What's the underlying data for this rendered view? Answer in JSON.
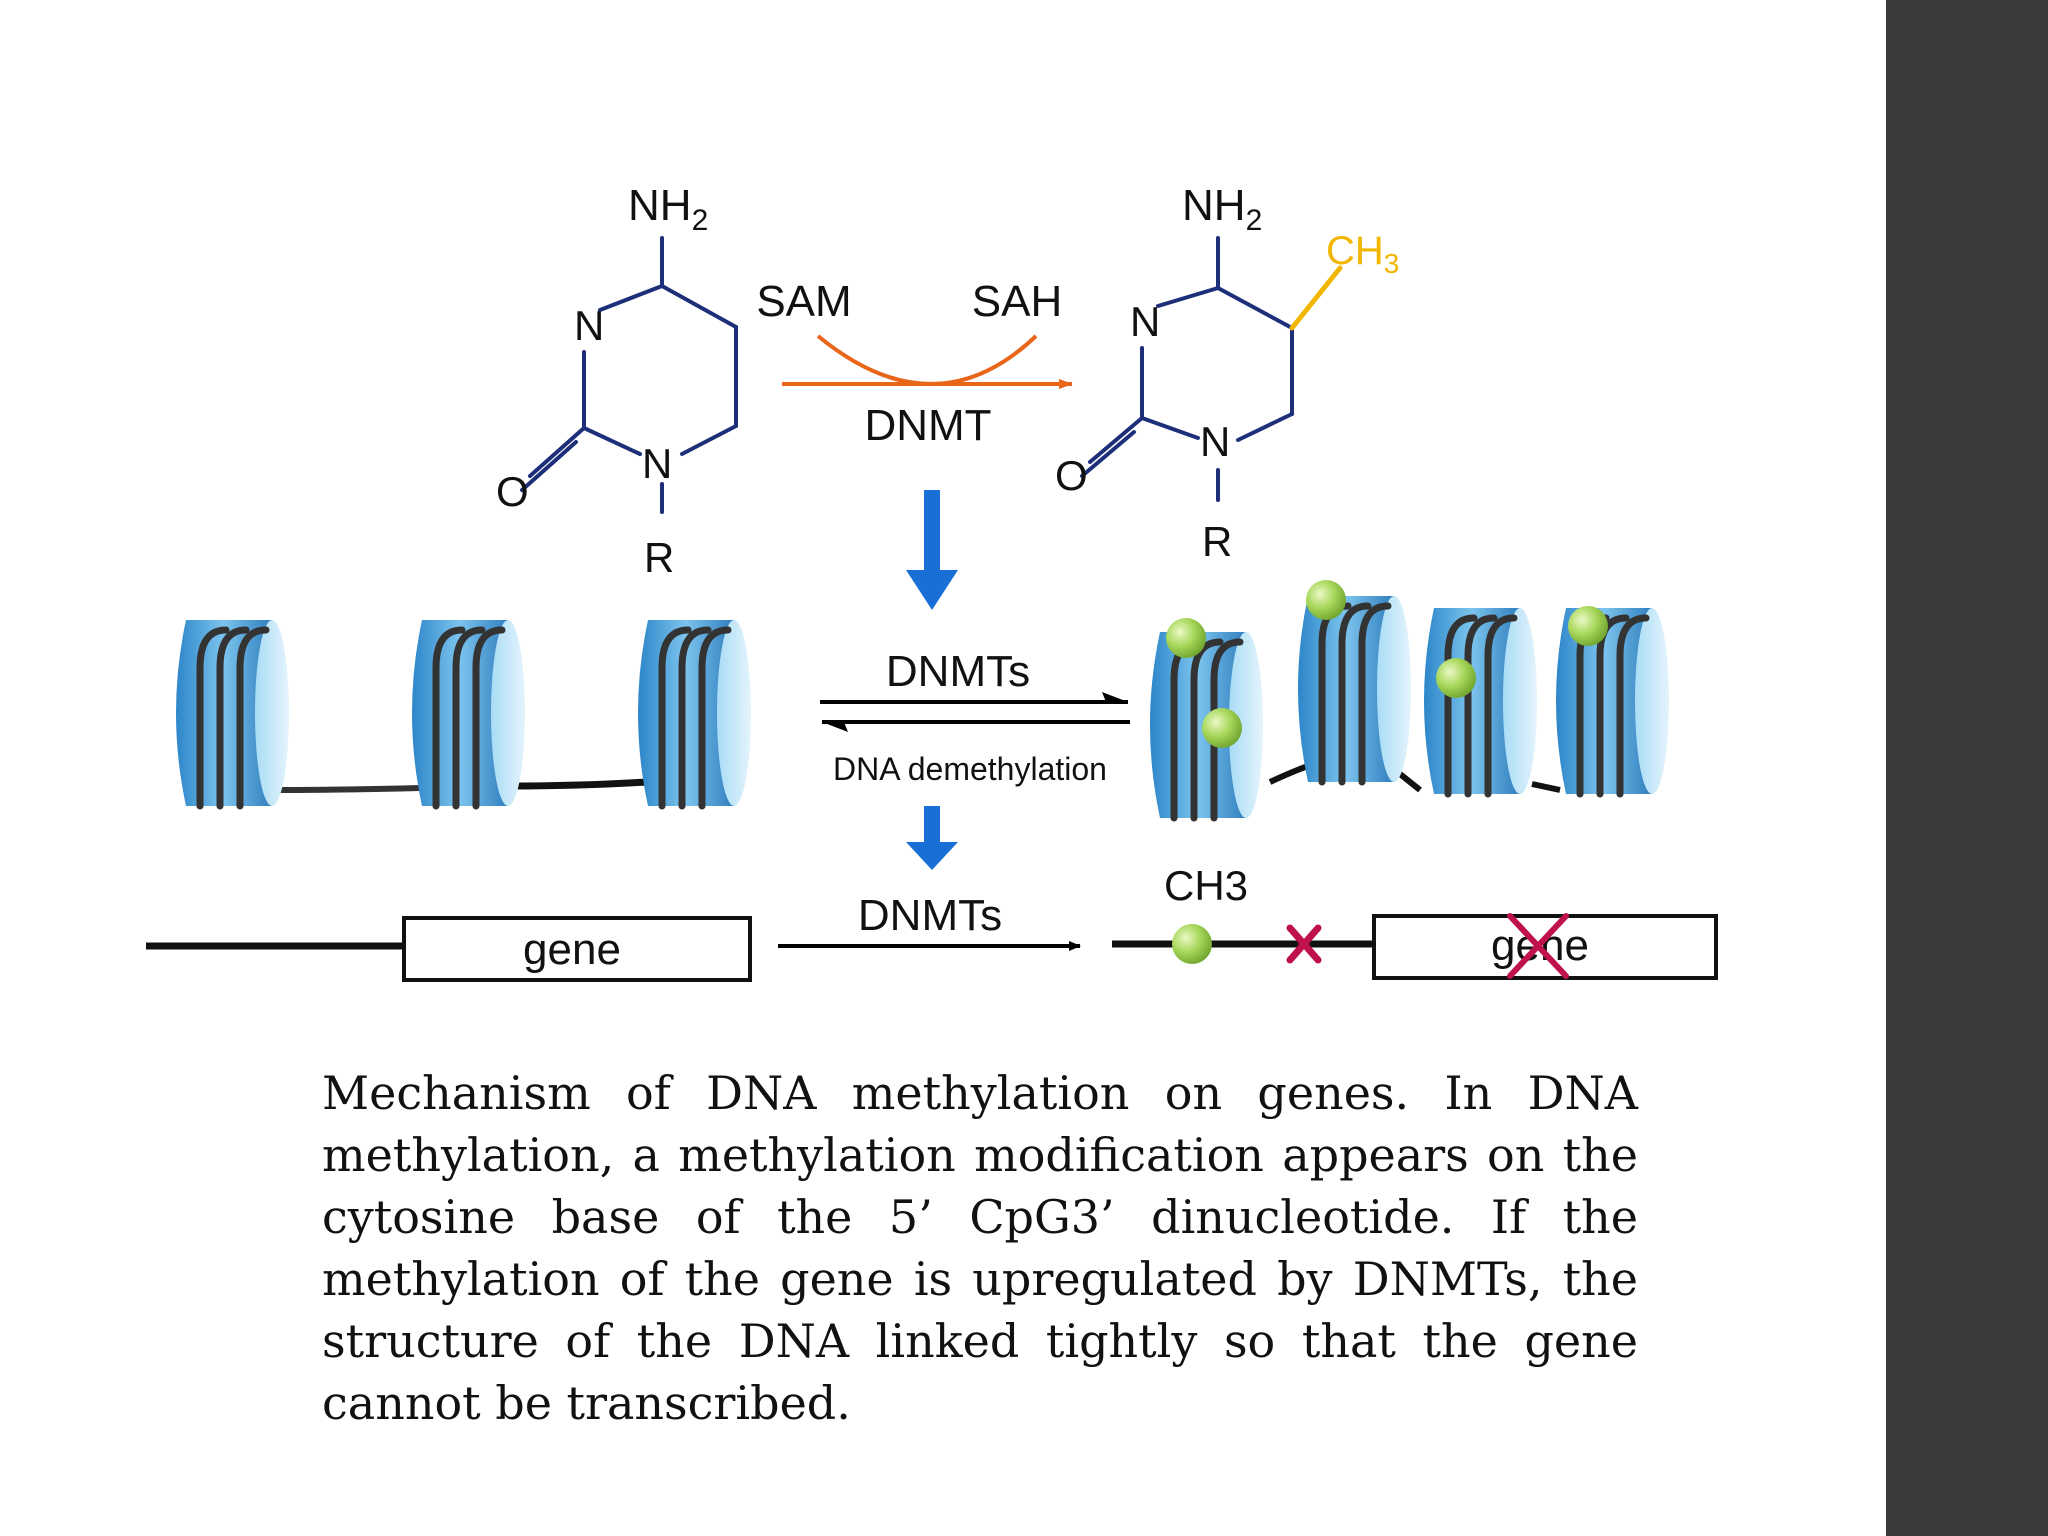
{
  "molecule_left": {
    "nh2": "NH",
    "nh2_sub": "2",
    "n_ring": "N",
    "n_bottom": "N",
    "o": "O",
    "r": "R"
  },
  "molecule_right": {
    "nh2": "NH",
    "nh2_sub": "2",
    "ch3": "CH",
    "ch3_sub": "3",
    "n_ring": "N",
    "n_bottom": "N",
    "o": "O",
    "r": "R"
  },
  "reaction": {
    "sam": "SAM",
    "sah": "SAH",
    "enzyme": "DNMT"
  },
  "chromatin": {
    "forward": "DNMTs",
    "reverse": "DNA demethylation"
  },
  "gene_row": {
    "left_gene": "gene",
    "arrow_label": "DNMTs",
    "methyl_label": "CH3",
    "right_gene": "gene"
  },
  "colors": {
    "bond": "#1e2f7a",
    "methyl_bond": "#f2b600",
    "reaction_arrow": "#e8651a",
    "blue_arrow": "#1a6fd6",
    "methyl_ball": "#a6d65a",
    "block_x": "#c0124a",
    "right_bar": "#3a3a3c"
  },
  "caption": "Mechanism of DNA methylation on genes. In DNA methylation, a methylation modification appears on the cytosine base of the 5’ CpG3’ dinucleotide. If the methylation of the gene is upregulated by DNMTs, the structure of the DNA linked tightly so that the gene cannot be transcribed."
}
